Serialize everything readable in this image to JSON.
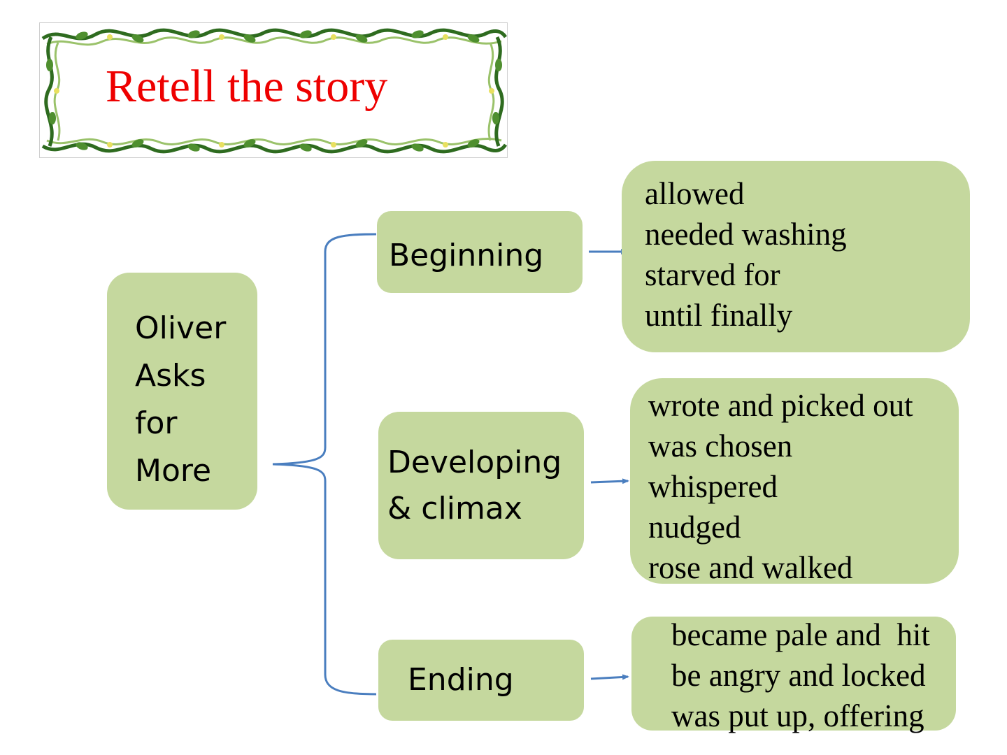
{
  "title": "Retell the story",
  "root": {
    "lines": [
      "Oliver",
      "Asks",
      "for",
      "More"
    ]
  },
  "stages": [
    {
      "label_lines": [
        "Beginning"
      ],
      "details": [
        "allowed",
        "needed washing",
        "starved for",
        "until finally"
      ]
    },
    {
      "label_lines": [
        "Developing",
        "& climax"
      ],
      "details": [
        "wrote and picked out",
        "was chosen",
        "whispered",
        "nudged",
        "rose and walked"
      ]
    },
    {
      "label_lines": [
        "Ending"
      ],
      "details": [
        "became pale and  hit",
        "be angry and locked",
        "was put up, offering"
      ]
    }
  ],
  "colors": {
    "box_fill": "#c5d89e",
    "connector": "#4a7ebf",
    "title": "#ee0000",
    "vine_dark": "#2e6b1f",
    "vine_light": "#9ac26a"
  }
}
